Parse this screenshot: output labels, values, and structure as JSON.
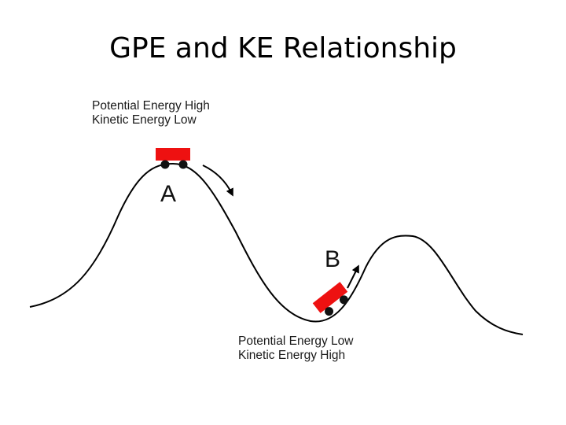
{
  "slide": {
    "title": "GPE and KE Relationship"
  },
  "point_a": {
    "letter": "A",
    "label_line1": "Potential Energy High",
    "label_line2": "Kinetic Energy Low"
  },
  "point_b": {
    "letter": "B",
    "label_line1": "Potential Energy Low",
    "label_line2": "Kinetic Energy High"
  },
  "colors": {
    "cart": "#ee1111",
    "wheel": "#111111",
    "curve": "#000000"
  }
}
